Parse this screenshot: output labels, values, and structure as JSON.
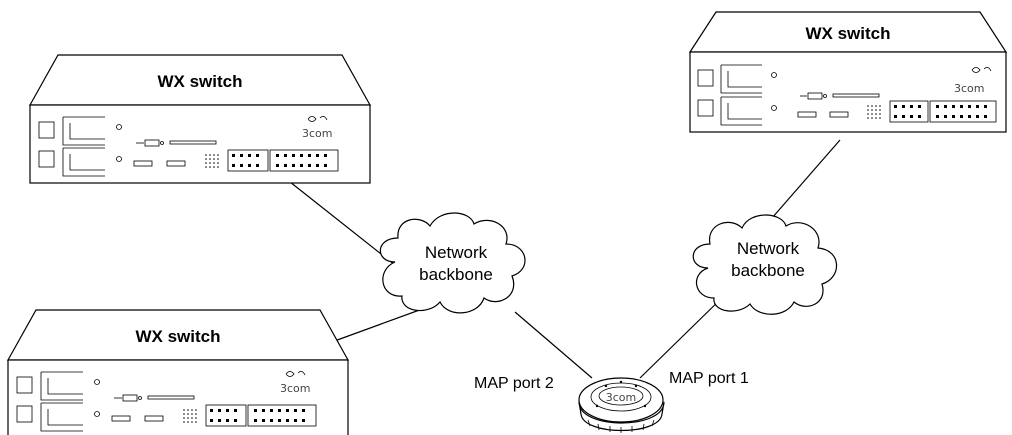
{
  "switches": [
    {
      "label": "WX switch",
      "brand": "3com"
    },
    {
      "label": "WX switch",
      "brand": "3com"
    },
    {
      "label": "WX switch",
      "brand": "3com"
    }
  ],
  "clouds": [
    {
      "line1": "Network",
      "line2": "backbone"
    },
    {
      "line1": "Network",
      "line2": "backbone"
    }
  ],
  "map": {
    "brand": "3com",
    "port1_label": "MAP port 1",
    "port2_label": "MAP port 2"
  }
}
